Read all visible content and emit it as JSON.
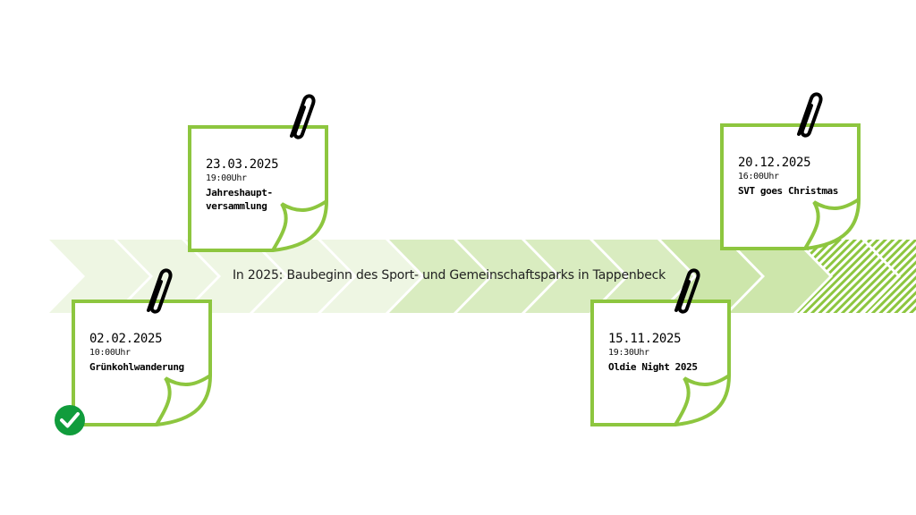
{
  "banner": "In 2025: Baubeginn des Sport- und Gemeinschaftsparks in Tappenbeck",
  "colors": {
    "accent": "#8dc63f",
    "chevron_light": "#eef6e3",
    "chevron_mid": "#d9ecc0",
    "done": "#119c3c"
  },
  "events": [
    {
      "date": "02.02.2025",
      "time": "10:00Uhr",
      "title": "Grünkohlwanderung",
      "completed": true
    },
    {
      "date": "23.03.2025",
      "time": "19:00Uhr",
      "title_line1": "Jahreshaupt-",
      "title_line2": "versammlung"
    },
    {
      "date": "15.11.2025",
      "time": "19:30Uhr",
      "title": "Oldie Night 2025"
    },
    {
      "date": "20.12.2025",
      "time": "16:00Uhr",
      "title": "SVT goes Christmas"
    }
  ],
  "icons": {
    "clip": "paperclip-icon",
    "check": "checkmark-icon"
  }
}
